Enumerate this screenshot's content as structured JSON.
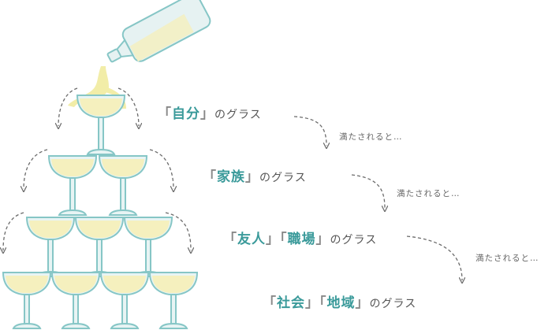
{
  "tower": {
    "bottle_fill_color": "#f2f0c8",
    "glass_outline_color": "#86c6c6",
    "champagne_color": "#f5f0be",
    "arrow_color": "#6b6b6b"
  },
  "levels": [
    {
      "open": "「",
      "close": "」",
      "words": [
        "自分"
      ],
      "joiner": "」「",
      "suffix": "のグラス"
    },
    {
      "open": "「",
      "close": "」",
      "words": [
        "家族"
      ],
      "joiner": "」「",
      "suffix": "のグラス"
    },
    {
      "open": "「",
      "close": "」",
      "words": [
        "友人",
        "職場"
      ],
      "joiner": "」「",
      "suffix": "のグラス"
    },
    {
      "open": "「",
      "close": "」",
      "words": [
        "社会",
        "地域"
      ],
      "joiner": "」「",
      "suffix": "のグラス"
    }
  ],
  "connector_text": "満たされると…",
  "colors": {
    "accent": "#3a9a9a",
    "bracket": "#888888",
    "text": "#555555"
  }
}
